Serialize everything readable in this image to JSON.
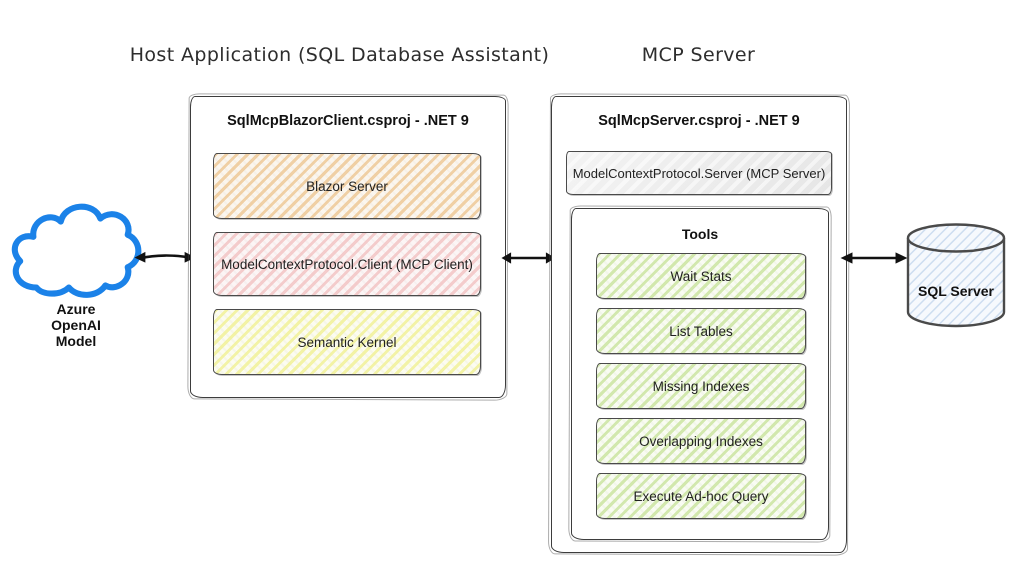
{
  "diagram": {
    "section_titles": {
      "host": "Host Application (SQL Database Assistant)",
      "server": "MCP Server"
    },
    "cloud": {
      "label": "Azure\nOpenAI\nModel",
      "stroke_color": "#1b82e8"
    },
    "host": {
      "title": "SqlMcpBlazorClient.csproj - .NET 9",
      "components": [
        {
          "label": "Blazor Server",
          "hatch_color": "#eec998"
        },
        {
          "label": "ModelContextProtocol.Client (MCP Client)",
          "hatch_color": "#f2c2c2"
        },
        {
          "label": "Semantic Kernel",
          "hatch_color": "#f2f29e"
        }
      ]
    },
    "server": {
      "title": "SqlMcpServer.csproj - .NET 9",
      "package_label": "ModelContextProtocol.Server (MCP Server)",
      "package_fill": "#ededed",
      "tools": {
        "title": "Tools",
        "hatch_color": "#cee6a6",
        "items": [
          "Wait Stats",
          "List Tables",
          "Missing Indexes",
          "Overlapping Indexes",
          "Execute Ad-hoc Query"
        ]
      }
    },
    "database": {
      "label": "SQL Server",
      "hatch_color": "#cdddf0"
    },
    "colors": {
      "box_border": "#3d3d3d",
      "arrow": "#111111"
    }
  }
}
